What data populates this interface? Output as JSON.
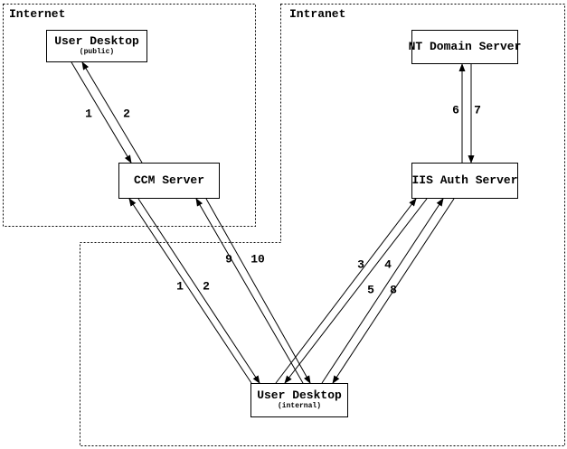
{
  "zones": [
    {
      "id": "internet",
      "label": "Internet"
    },
    {
      "id": "intranet",
      "label": "Intranet"
    }
  ],
  "nodes": [
    {
      "id": "user-desktop-public",
      "title": "User Desktop",
      "subtitle": "(public)",
      "zone": "internet"
    },
    {
      "id": "ccm-server",
      "title": "CCM Server",
      "zone": "internet"
    },
    {
      "id": "nt-domain-server",
      "title": "NT Domain Server",
      "zone": "intranet"
    },
    {
      "id": "iis-auth-server",
      "title": "IIS Auth Server",
      "zone": "intranet"
    },
    {
      "id": "user-desktop-internal",
      "title": "User Desktop",
      "subtitle": "(internal)",
      "zone": "intranet"
    }
  ],
  "edges": [
    {
      "label": "1",
      "from": "user-desktop-public",
      "to": "ccm-server"
    },
    {
      "label": "2",
      "from": "ccm-server",
      "to": "user-desktop-public"
    },
    {
      "label": "1",
      "from": "user-desktop-internal",
      "to": "ccm-server"
    },
    {
      "label": "2",
      "from": "ccm-server",
      "to": "user-desktop-internal"
    },
    {
      "label": "9",
      "from": "user-desktop-internal",
      "to": "ccm-server"
    },
    {
      "label": "10",
      "from": "ccm-server",
      "to": "user-desktop-internal"
    },
    {
      "label": "3",
      "from": "user-desktop-internal",
      "to": "iis-auth-server"
    },
    {
      "label": "4",
      "from": "iis-auth-server",
      "to": "user-desktop-internal"
    },
    {
      "label": "5",
      "from": "user-desktop-internal",
      "to": "iis-auth-server"
    },
    {
      "label": "8",
      "from": "iis-auth-server",
      "to": "user-desktop-internal"
    },
    {
      "label": "6",
      "from": "iis-auth-server",
      "to": "nt-domain-server"
    },
    {
      "label": "7",
      "from": "nt-domain-server",
      "to": "iis-auth-server"
    }
  ],
  "colors": {
    "line": "#000000",
    "background": "#ffffff"
  }
}
